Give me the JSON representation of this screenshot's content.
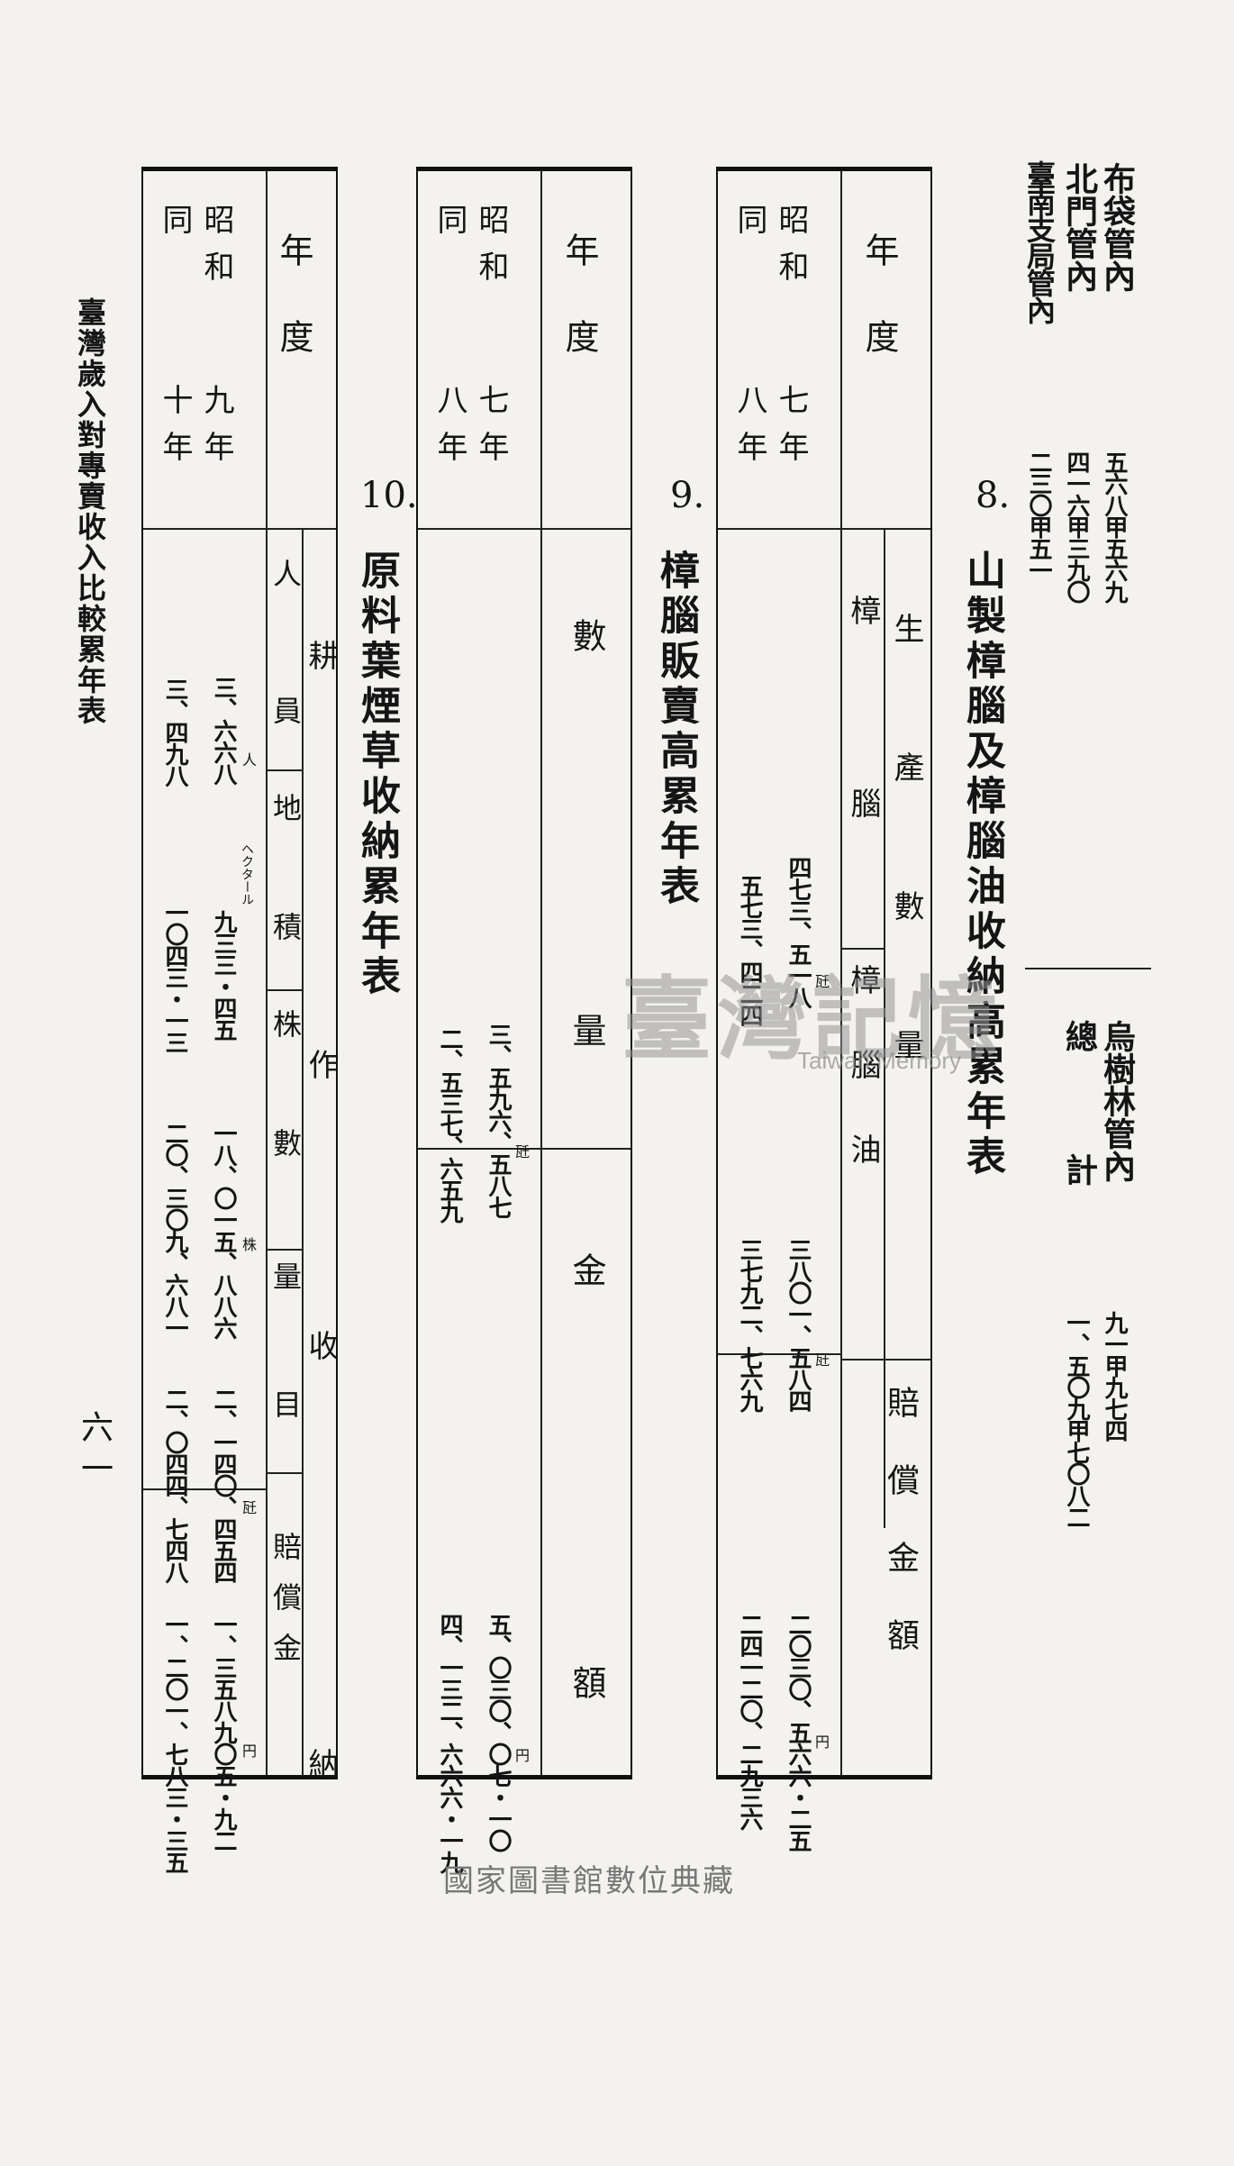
{
  "top_right": {
    "rows": [
      {
        "label": "布袋管內",
        "value": "五六八甲五六九"
      },
      {
        "label": "北門管內",
        "value": "四一六甲三九〇"
      },
      {
        "label": "臺南支局管內",
        "value": "二三〇甲五一"
      }
    ],
    "rows2": [
      {
        "label": "烏樹林管內",
        "value": "九一甲九七四"
      },
      {
        "label": "總　計",
        "value": "一、五〇九甲七〇八二"
      }
    ]
  },
  "table8": {
    "number": "8.",
    "title": "山製樟腦及樟腦油收納高累年表",
    "col_year": "年度",
    "col_production": "生產數量",
    "col_camphor": "樟腦",
    "col_camphor_oil": "樟腦油",
    "col_compensation": "賠償金額",
    "rows": [
      {
        "year_a": "昭和",
        "year_b": "七年",
        "camphor": "四七三、五一八",
        "oil": "三八〇一、五八四",
        "amount": "二〇三〇、五六六・二五"
      },
      {
        "year_a": "同",
        "year_b": "八年",
        "camphor": "五七三、四二四",
        "oil": "三七九二、七六九",
        "amount": "二四一二〇、二九三六"
      }
    ],
    "unit_kin": "瓩",
    "unit_yen": "円"
  },
  "table9": {
    "number": "9.",
    "title": "樟腦販賣高累年表",
    "col_year": "年度",
    "col_quantity": "數量",
    "col_amount": "金額",
    "rows": [
      {
        "year_a": "昭和",
        "year_b": "七年",
        "quantity": "三、五九六、五八七",
        "amount": "五、〇三〇、〇七・一〇"
      },
      {
        "year_a": "同",
        "year_b": "八年",
        "quantity": "二、五三七、六五九",
        "amount": "四、一三二、六六六・一九"
      }
    ],
    "unit_kin": "瓩",
    "unit_yen": "円"
  },
  "table10": {
    "number": "10.",
    "title": "原料葉煙草收納累年表",
    "col_year": "年度",
    "col_cultivation": "耕作",
    "col_people": "人員",
    "col_area": "地積",
    "col_plants": "株數",
    "col_collection": "收納",
    "col_quantity": "量目",
    "col_compensation": "賠償金",
    "unit_person": "人",
    "unit_hectare": "ヘクタール",
    "unit_plant": "株",
    "unit_kin": "瓩",
    "unit_yen": "円",
    "rows": [
      {
        "year_a": "昭和",
        "year_b": "九年",
        "people": "三、六六八",
        "area": "九三三・四五",
        "plants": "一八、〇一五、八八六",
        "quantity": "二、一四〇、四五四",
        "amount": "一、三五八九〇五・九二"
      },
      {
        "year_a": "同",
        "year_b": "十年",
        "people": "三、四九八",
        "area": "一〇四三・一三",
        "plants": "二〇、三〇九、六八一",
        "quantity": "二、〇四四、七四八",
        "amount": "一、二〇一、七八三・三五"
      }
    ]
  },
  "side_caption": "臺灣歲入對專賣收入比較累年表",
  "page_number": "六一",
  "watermark": {
    "main": "臺灣記憶",
    "sub": "Taiwan Memory"
  },
  "footer": "國家圖書館數位典藏"
}
